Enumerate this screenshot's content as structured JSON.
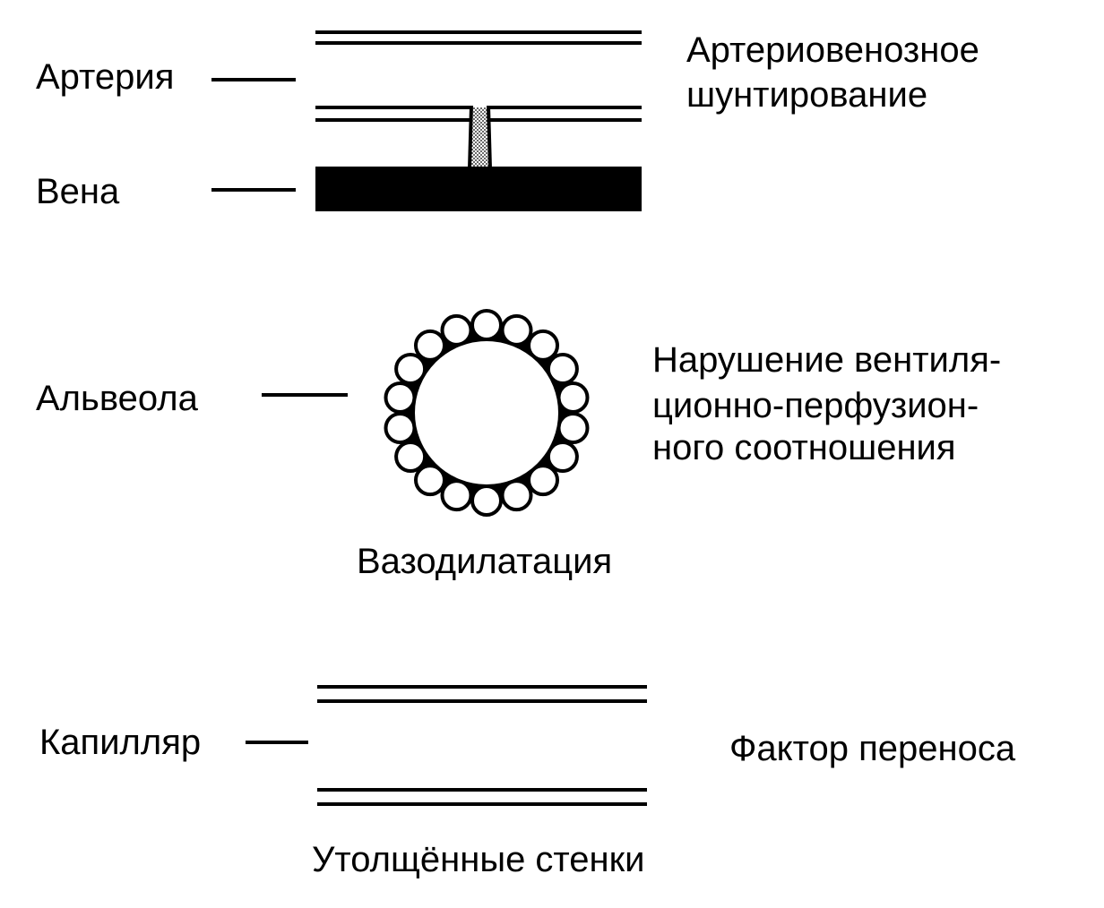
{
  "colors": {
    "ink": "#000000",
    "paper": "#ffffff"
  },
  "shunt": {
    "artery_label": "Артерия",
    "vein_label": "Вена",
    "caption_line1": "Артериовенозное",
    "caption_line2": "шунтирование"
  },
  "alveolus": {
    "label": "Альвеола",
    "caption_below": "Вазодилатация",
    "caption_line1": "Нарушение вентиля-",
    "caption_line2": "ционно-перфузион-",
    "caption_line3": "ного соотношения"
  },
  "capillary": {
    "label": "Капилляр",
    "caption_below": "Утолщённые стенки",
    "caption_right": "Фактор переноса"
  }
}
